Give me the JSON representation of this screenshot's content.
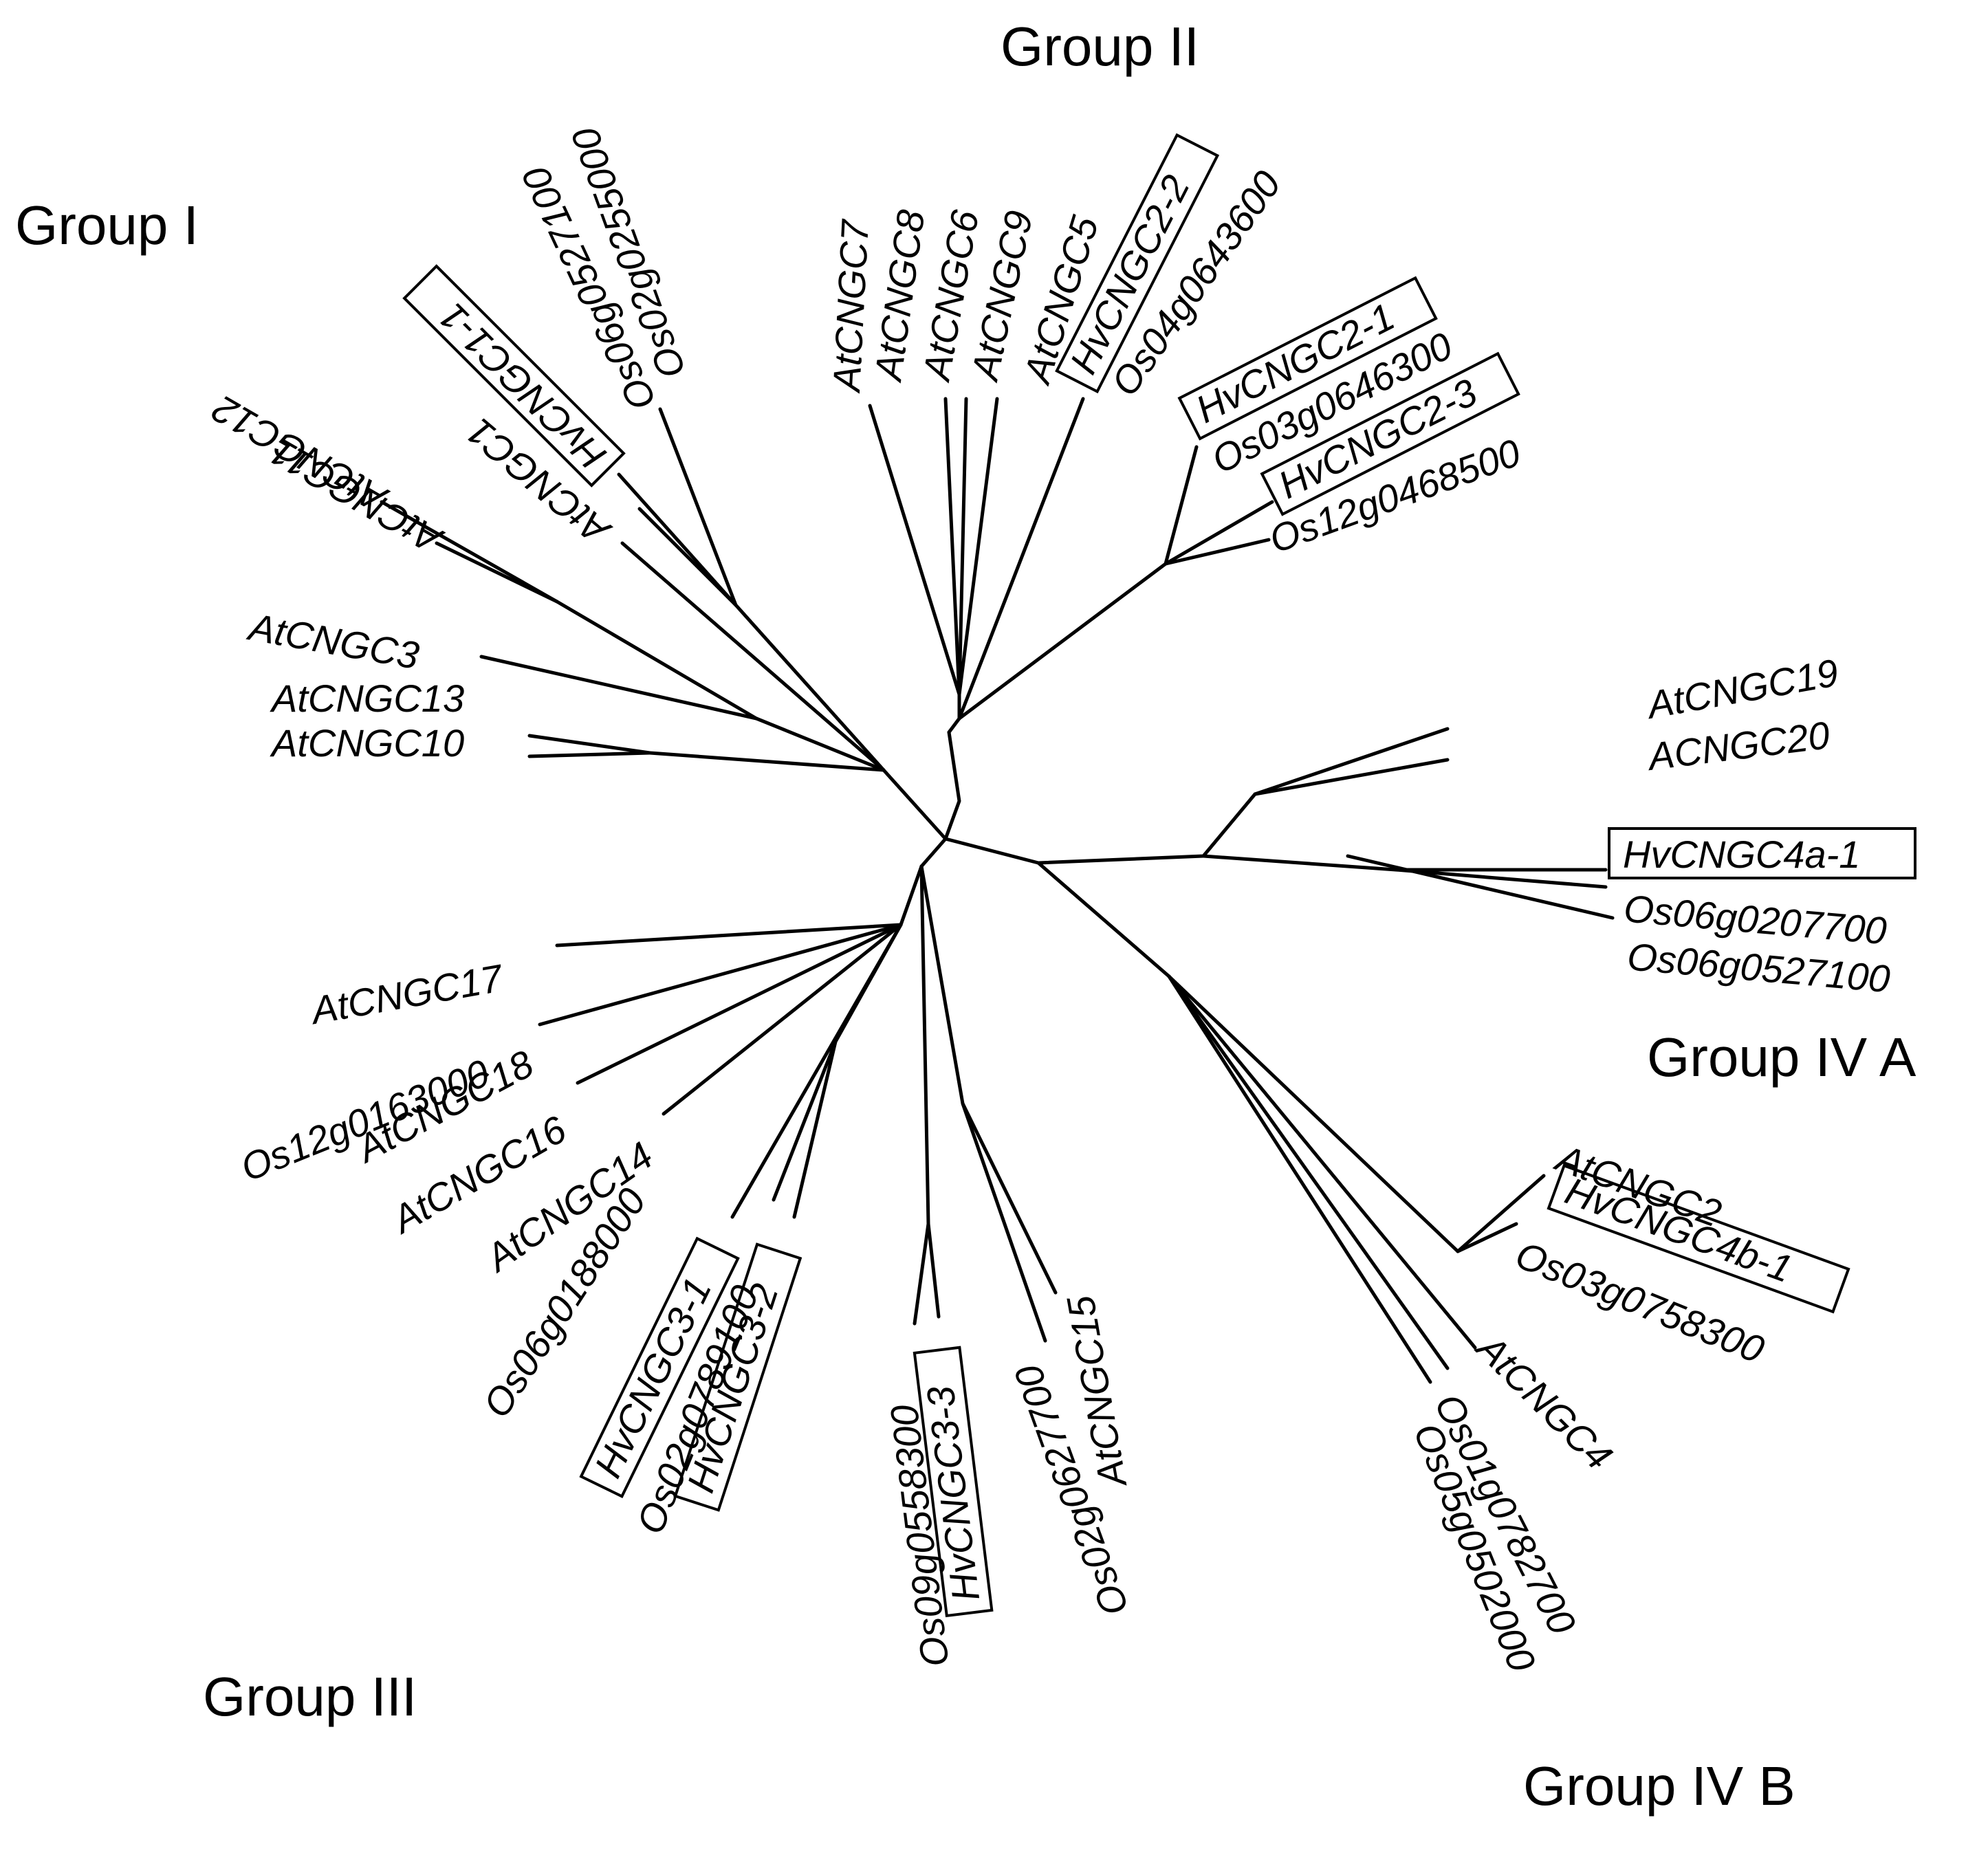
{
  "groups": {
    "g1": "Group I",
    "g2": "Group II",
    "g3": "Group III",
    "g4a": "Group IV A",
    "g4b": "Group IV B"
  },
  "leaves": {
    "Os06g0527100_top": "Os06g0527100",
    "Os02g0255000": "Os02g0255000",
    "HvCNGC1_1": "HvCNGC1-1",
    "AtCNGC1": "AtCNGC1",
    "AtCNGC12": "AtCNGC12",
    "AtCNGC11": "AtCNGC11",
    "AtCNGC3": "AtCNGC3",
    "AtCNGC13": "AtCNGC13",
    "AtCNGC10": "AtCNGC10",
    "AtCNGC7": "AtCNGC7",
    "AtCNGC8": "AtCNGC8",
    "AtCNGC6": "AtCNGC6",
    "AtCNGC9": "AtCNGC9",
    "AtCNGC5": "AtCNGC5",
    "HvCNGC2_2": "HvCNGC2-2",
    "Os04g0643600": "Os04g0643600",
    "HvCNGC2_1": "HvCNGC2-1",
    "Os03g0646300": "Os03g0646300",
    "HvCNGC2_3": "HvCNGC2-3",
    "Os12g0468500": "Os12g0468500",
    "AtCNGC19": "AtCNGC19",
    "ACNGC20": "ACNGC20",
    "HvCNGC4a_1": "HvCNGC4a-1",
    "Os06g0207700": "Os06g0207700",
    "Os06g0527100_right": "Os06g0527100",
    "AtCNGC2": "AtCNGC2",
    "HvCNGC4b_1": "HvCNGC4b-1",
    "Os03g0758300": "Os03g0758300",
    "AtCNGC4": "AtCNGC4",
    "Os01g0782700": "Os01g0782700",
    "Os05g0502000": "Os05g0502000",
    "AtCNGC15": "AtCNGC15",
    "Os02g0627700": "Os02g0627700",
    "HvCNGC3_3": "HvCNGC3-3",
    "Os09g0558300": "Os09g0558300",
    "HvCNGC3_2": "HvCNGC3-2",
    "Os02g0789100": "Os02g0789100",
    "HvCNGC3_1": "HvCNGC3-1",
    "Os06g0188000": "Os06g0188000",
    "AtCNGC14": "AtCNGC14",
    "AtCNGC16": "AtCNGC16",
    "AtCNGC18": "AtCNGC18",
    "Os12g0163000": "Os12g0163000",
    "AtCNGC17": "AtCNGC17"
  }
}
